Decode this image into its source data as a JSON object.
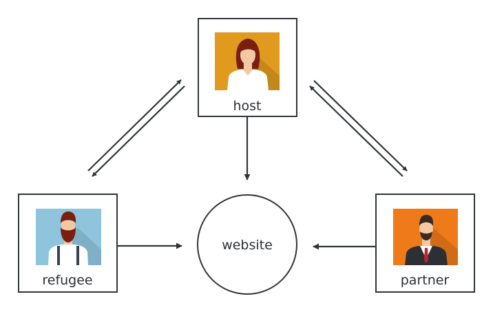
{
  "nodes": {
    "host": {
      "label": "host",
      "avatar_color": "#E09A1E",
      "avatar_icon": "woman-avatar-icon"
    },
    "refugee": {
      "label": "refugee",
      "avatar_color": "#8EC5DC",
      "avatar_icon": "bearded-man-avatar-icon"
    },
    "partner": {
      "label": "partner",
      "avatar_color": "#EE7A1A",
      "avatar_icon": "businessman-avatar-icon"
    },
    "website": {
      "label": "website"
    }
  },
  "colors": {
    "stroke": "#2F3438",
    "skin": "#F3C9A5",
    "hair_red": "#7A1E12",
    "hair_dark": "#3A2A22",
    "shirt": "#FFFFFF"
  }
}
